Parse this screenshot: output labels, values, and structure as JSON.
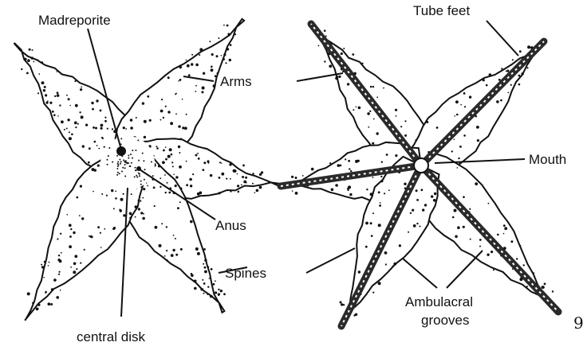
{
  "labels": {
    "madreporite": "Madreporite",
    "tube_feet": "Tube feet",
    "arms": "Arms",
    "mouth": "Mouth",
    "anus": "Anus",
    "spines": "Spines",
    "ambulacral_line1": "Ambulacral",
    "ambulacral_line2": "grooves",
    "central_disk": "central disk",
    "corner_mark": "9"
  },
  "colors": {
    "ink": "#111111",
    "fill": "#ffffff",
    "groove": "#2a2a2a"
  }
}
